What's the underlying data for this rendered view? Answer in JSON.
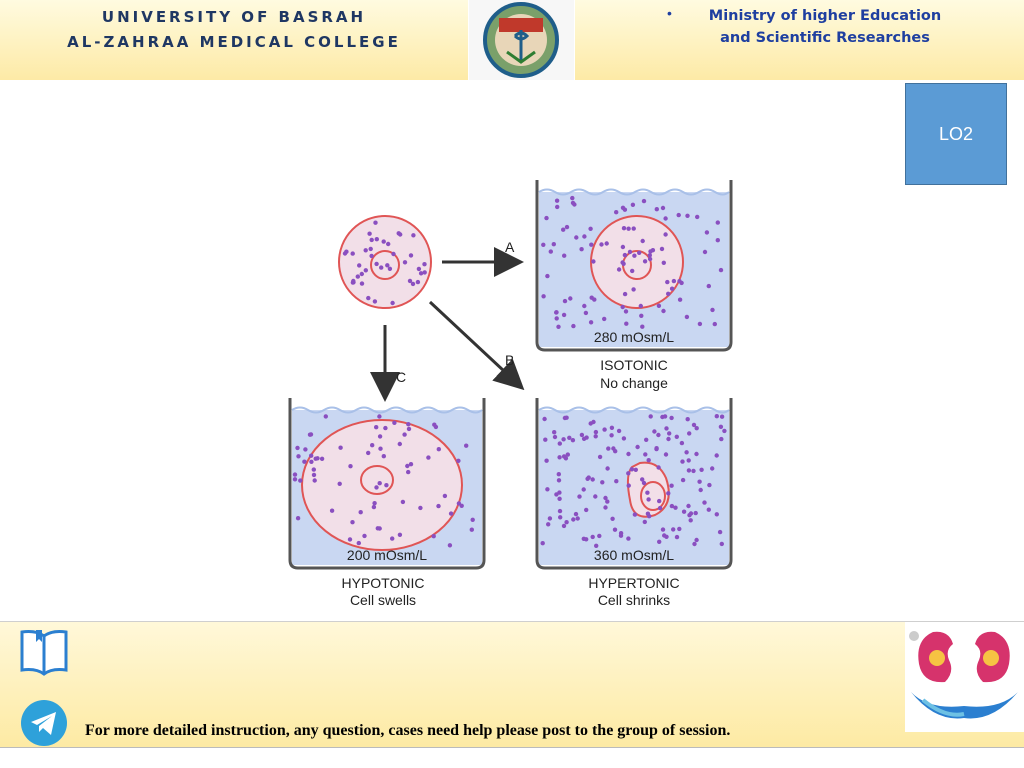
{
  "header": {
    "university_line1": "UNIVERSITY OF BASRAH",
    "university_line2": "AL-ZAHRAA MEDICAL COLLEGE",
    "ministry_line1": "Ministry of higher Education",
    "ministry_line2": "and Scientific Researches"
  },
  "lo_badge": "LO2",
  "diagram": {
    "arrow_a": "A",
    "arrow_b": "B",
    "arrow_c": "C",
    "isotonic": {
      "value": "280 mOsm/L",
      "title": "ISOTONIC",
      "caption": "No change"
    },
    "hypotonic": {
      "value": "200 mOsm/L",
      "title": "HYPOTONIC",
      "caption": "Cell swells"
    },
    "hypertonic": {
      "value": "360 mOsm/L",
      "title": "HYPERTONIC",
      "caption": "Cell shrinks"
    }
  },
  "footer": {
    "message": "For more detailed instruction, any question, cases need help please post to the group of session."
  },
  "colors": {
    "dot": "#8a4fc0",
    "membrane": "#e05555",
    "water": "#c9d7f2",
    "cell_fill": "#f2dfe8",
    "header_text": "#1f3763",
    "ministry_text": "#1f3fa0",
    "lo_badge": "#5b9bd5"
  },
  "icons": [
    "college-logo-icon",
    "book-icon",
    "telegram-icon",
    "kidney-logo-icon"
  ]
}
